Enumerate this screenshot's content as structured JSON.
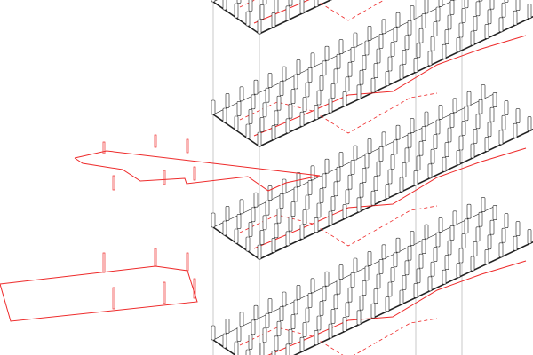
{
  "colors": {
    "background": "#ffffff",
    "structure": "#222222",
    "column_fill": "#ffffff",
    "grid_line": "#bbbbbb",
    "highlight": "#ee2a2a"
  },
  "diagram": {
    "levels": 4,
    "columns_per_row": 20,
    "rows_per_level": 5
  }
}
